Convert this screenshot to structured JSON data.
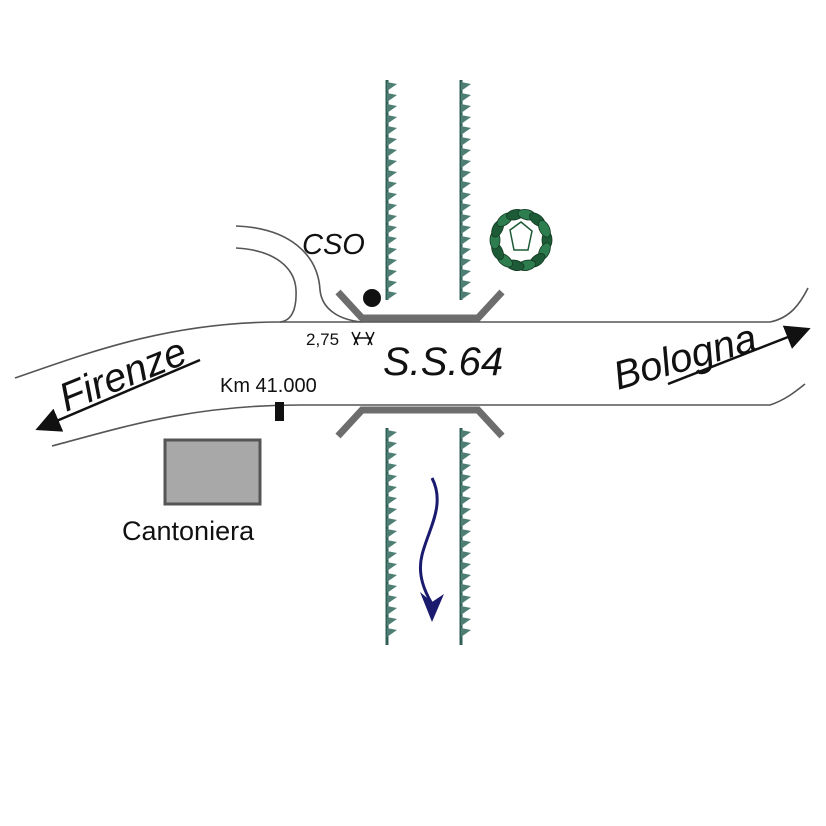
{
  "labels": {
    "cso": "CSO",
    "road": "S.S.64",
    "firenze": "Firenze",
    "bologna": "Bologna",
    "km": "Km 41.000",
    "cantoniera": "Cantoniera",
    "height_limit": "2,75"
  },
  "colors": {
    "road_line": "#555555",
    "bridge": "#6d6d6d",
    "bank": "#2f5f55",
    "bank_light": "#4f7f74",
    "tree": "#2e7d4f",
    "tree_dark": "#1d5a36",
    "water_arrow": "#1a1a6e",
    "building": "#a8a8a8",
    "building_edge": "#555555",
    "marker": "#111111"
  },
  "icons": {
    "tree": "tree-icon",
    "cso_marker": "cso-marker-icon",
    "km_marker": "km-post-icon",
    "height_limit": "height-limit-icon"
  }
}
